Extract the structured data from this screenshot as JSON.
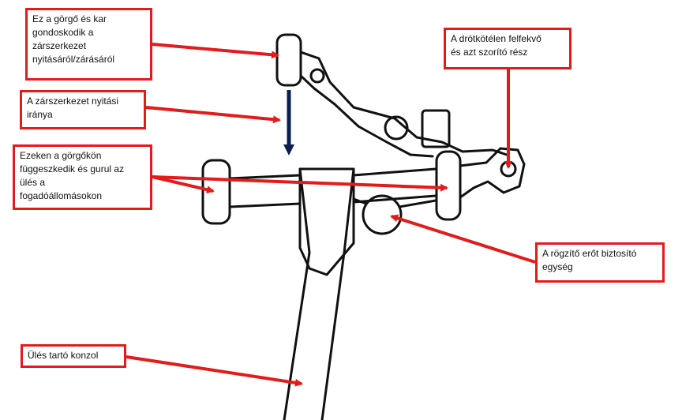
{
  "colors": {
    "callout_border": "#e31b1b",
    "pointer": "#e31b1b",
    "direction_arrow": "#0b1f4d",
    "drawing_line": "#111111"
  },
  "labels": {
    "lever": "Ez a görgő és kar\ngondoskodik a\nzárszerkezet\nnyitásáról/zárásáról",
    "opening_direction": "A zárszerkezet nyitási\niránya",
    "rollers": "Ezeken a görgőkön\nfüggeszkedik és gurul az\nülés a\nfogadóállomásokon",
    "rope_clamp": "A drótkötélen felfekvő\nés azt szorító rész",
    "clamping_force": "A rögzítő erőt biztosító\negység",
    "seat_arm": "Ülés tartó konzol"
  }
}
